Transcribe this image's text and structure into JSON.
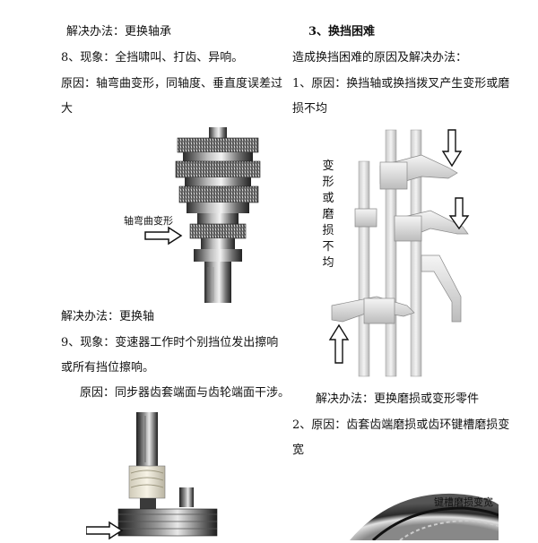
{
  "left": {
    "solution_bearing": "解决办法：更换轴承",
    "item8_phenomenon": "8、现象：全挡啸叫、打齿、异响。",
    "item8_cause_line1": "原因：轴弯曲变形，同轴度、垂直度误差过",
    "item8_cause_line2": "大",
    "fig1_caption": "轴弯曲变形",
    "solution_shaft": "解决办法：更换轴",
    "item9_phenomenon_line1": "9、现象：变速器工作时个别挡位发出擦响",
    "item9_phenomenon_line2": "或所有挡位擦响。",
    "item9_cause": "原因：同步器齿套端面与齿轮端面干涉。"
  },
  "right": {
    "section_title": "3、换挡困难",
    "intro": "造成换挡困难的原因及解决办法：",
    "cause1_line1": "1、原因：换挡轴或换挡拨叉产生变形或磨",
    "cause1_line2": "损不均",
    "fig2_caption_vertical": "变形或磨损不均",
    "solution_parts": "解决办法：更换磨损或变形零件",
    "cause2_line1": "2、原因：齿套齿端磨损或齿环键槽磨损变",
    "cause2_line2": "宽",
    "fig3_caption": "键槽磨损变宽"
  }
}
